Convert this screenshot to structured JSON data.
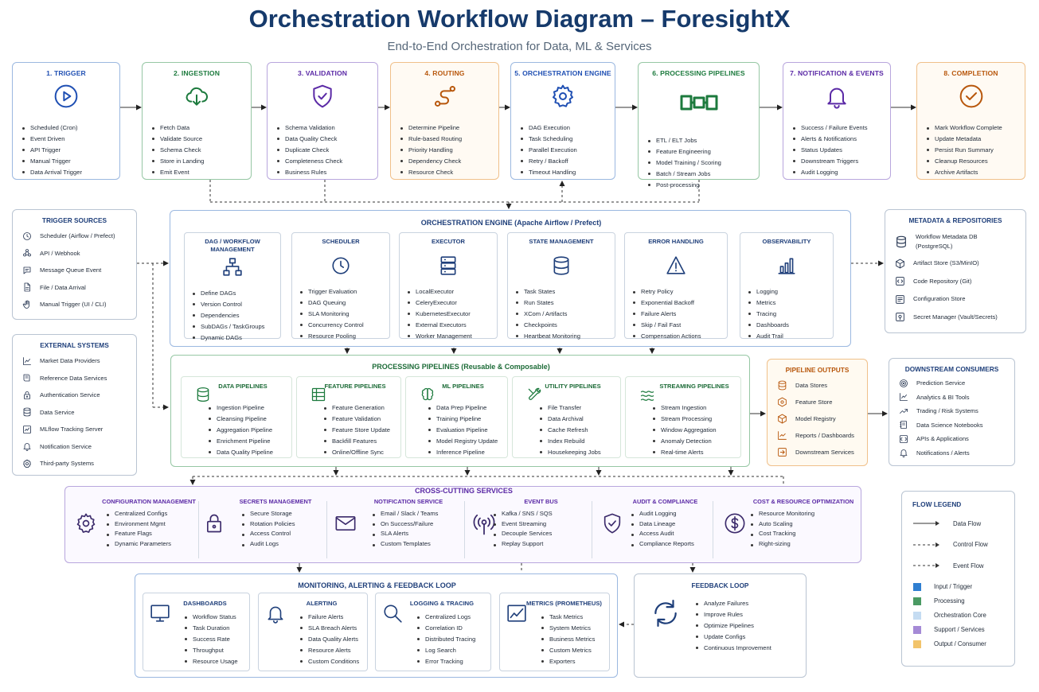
{
  "title": "Orchestration Workflow Diagram – ForesightX",
  "subtitle": "End-to-End Orchestration for Data, ML & Services",
  "stages": [
    {
      "title": "1. TRIGGER",
      "color": "#1f4fb3",
      "icon": "play-circle-icon",
      "items": [
        "Scheduled (Cron)",
        "Event Driven",
        "API Trigger",
        "Manual Trigger",
        "Data Arrival Trigger"
      ]
    },
    {
      "title": "2. INGESTION",
      "color": "#1c7a3d",
      "icon": "cloud-download-icon",
      "items": [
        "Fetch Data",
        "Validate Source",
        "Schema Check",
        "Store in Landing",
        "Emit Event"
      ]
    },
    {
      "title": "3. VALIDATION",
      "color": "#5b2aa6",
      "icon": "shield-check-icon",
      "items": [
        "Schema Validation",
        "Data Quality Check",
        "Duplicate Check",
        "Completeness Check",
        "Business Rules"
      ]
    },
    {
      "title": "4. ROUTING",
      "color": "#b8570c",
      "icon": "route-icon",
      "items": [
        "Determine Pipeline",
        "Rule-based Routing",
        "Priority Handling",
        "Dependency Check",
        "Resource Check"
      ]
    },
    {
      "title": "5. ORCHESTRATION ENGINE",
      "color": "#1f4fb3",
      "icon": "gear-icon",
      "items": [
        "DAG Execution",
        "Task Scheduling",
        "Parallel Execution",
        "Retry / Backoff",
        "Timeout Handling"
      ]
    },
    {
      "title": "6. PROCESSING PIPELINES",
      "color": "#1c7a3d",
      "icon": "pipeline-icon",
      "items": [
        "ETL / ELT Jobs",
        "Feature Engineering",
        "Model Training / Scoring",
        "Batch / Stream Jobs",
        "Post-processing"
      ]
    },
    {
      "title": "7. NOTIFICATION & EVENTS",
      "color": "#5b2aa6",
      "icon": "bell-icon",
      "items": [
        "Success / Failure Events",
        "Alerts & Notifications",
        "Status Updates",
        "Downstream Triggers",
        "Audit Logging"
      ]
    },
    {
      "title": "8. COMPLETION",
      "color": "#b8570c",
      "icon": "check-circle-icon",
      "items": [
        "Mark Workflow Complete",
        "Update Metadata",
        "Persist Run Summary",
        "Cleanup Resources",
        "Archive Artifacts"
      ]
    }
  ],
  "trigger_sources": {
    "title": "TRIGGER SOURCES",
    "items": [
      {
        "label": "Scheduler (Airflow / Prefect)",
        "icon": "clock-icon"
      },
      {
        "label": "API / Webhook",
        "icon": "webhook-icon"
      },
      {
        "label": "Message Queue Event",
        "icon": "message-icon"
      },
      {
        "label": "File / Data Arrival",
        "icon": "file-icon"
      },
      {
        "label": "Manual Trigger (UI / CLI)",
        "icon": "hand-icon"
      }
    ]
  },
  "external_systems": {
    "title": "EXTERNAL SYSTEMS",
    "items": [
      {
        "label": "Market Data Providers",
        "icon": "chart-icon"
      },
      {
        "label": "Reference Data Services",
        "icon": "book-icon"
      },
      {
        "label": "Authentication Service",
        "icon": "lock-icon"
      },
      {
        "label": "Data Service",
        "icon": "database-icon"
      },
      {
        "label": "MLflow Tracking Server",
        "icon": "tracking-icon"
      },
      {
        "label": "Notification Service",
        "icon": "bell-icon"
      },
      {
        "label": "Third-party Systems",
        "icon": "gear-icon"
      }
    ]
  },
  "engine": {
    "title": "ORCHESTRATION ENGINE (Apache Airflow / Prefect)",
    "modules": [
      {
        "title": "DAG / WORKFLOW MANAGEMENT",
        "icon": "dag-icon",
        "items": [
          "Define DAGs",
          "Version Control",
          "Dependencies",
          "SubDAGs / TaskGroups",
          "Dynamic DAGs"
        ]
      },
      {
        "title": "SCHEDULER",
        "icon": "clock-icon",
        "items": [
          "Trigger Evaluation",
          "DAG Queuing",
          "SLA Monitoring",
          "Concurrency Control",
          "Resource Pooling"
        ]
      },
      {
        "title": "EXECUTOR",
        "icon": "server-icon",
        "items": [
          "LocalExecutor",
          "CeleryExecutor",
          "KubernetesExecutor",
          "External Executors",
          "Worker Management"
        ]
      },
      {
        "title": "STATE MANAGEMENT",
        "icon": "database-icon",
        "items": [
          "Task States",
          "Run States",
          "XCom / Artifacts",
          "Checkpoints",
          "Heartbeat Monitoring"
        ]
      },
      {
        "title": "ERROR HANDLING",
        "icon": "warning-icon",
        "items": [
          "Retry Policy",
          "Exponential Backoff",
          "Failure Alerts",
          "Skip / Fail Fast",
          "Compensation Actions"
        ]
      },
      {
        "title": "OBSERVABILITY",
        "icon": "bar-chart-icon",
        "items": [
          "Logging",
          "Metrics",
          "Tracing",
          "Dashboards",
          "Audit Trail"
        ]
      }
    ]
  },
  "metadata": {
    "title": "METADATA & REPOSITORIES",
    "items": [
      {
        "label": "Workflow Metadata DB",
        "label2": "(PostgreSQL)",
        "icon": "database-icon"
      },
      {
        "label": "Artifact Store (S3/MinIO)",
        "label2": "",
        "icon": "package-icon"
      },
      {
        "label": "Code Repository (Git)",
        "label2": "",
        "icon": "code-icon"
      },
      {
        "label": "Configuration Store",
        "label2": "",
        "icon": "config-icon"
      },
      {
        "label": "Secret Manager (Vault/Secrets)",
        "label2": "",
        "icon": "secret-icon"
      }
    ]
  },
  "pipelines": {
    "title": "PROCESSING PIPELINES (Reusable & Composable)",
    "groups": [
      {
        "title": "DATA PIPELINES",
        "icon": "database-icon",
        "items": [
          "Ingestion Pipeline",
          "Cleansing Pipeline",
          "Aggregation Pipeline",
          "Enrichment Pipeline",
          "Data Quality Pipeline"
        ]
      },
      {
        "title": "FEATURE PIPELINES",
        "icon": "table-icon",
        "items": [
          "Feature Generation",
          "Feature Validation",
          "Feature Store Update",
          "Backfill Features",
          "Online/Offline Sync"
        ]
      },
      {
        "title": "ML PIPELINES",
        "icon": "brain-icon",
        "items": [
          "Data Prep Pipeline",
          "Training Pipeline",
          "Evaluation Pipeline",
          "Model Registry Update",
          "Inference Pipeline"
        ]
      },
      {
        "title": "UTILITY PIPELINES",
        "icon": "tools-icon",
        "items": [
          "File Transfer",
          "Data Archival",
          "Cache Refresh",
          "Index Rebuild",
          "Housekeeping Jobs"
        ]
      },
      {
        "title": "STREAMING PIPELINES",
        "icon": "stream-icon",
        "items": [
          "Stream Ingestion",
          "Stream Processing",
          "Window Aggregation",
          "Anomaly Detection",
          "Real-time Alerts"
        ]
      }
    ]
  },
  "outputs": {
    "title": "PIPELINE OUTPUTS",
    "items": [
      {
        "label": "Data Stores",
        "icon": "database-icon"
      },
      {
        "label": "Feature Store",
        "icon": "feature-icon"
      },
      {
        "label": "Model Registry",
        "icon": "model-icon"
      },
      {
        "label": "Reports / Dashboards",
        "icon": "report-icon"
      },
      {
        "label": "Downstream Services",
        "icon": "service-icon"
      }
    ]
  },
  "consumers": {
    "title": "DOWNSTREAM CONSUMERS",
    "items": [
      {
        "label": "Prediction Service",
        "icon": "target-icon"
      },
      {
        "label": "Analytics & BI Tools",
        "icon": "chart-icon"
      },
      {
        "label": "Trading / Risk Systems",
        "icon": "trading-icon"
      },
      {
        "label": "Data Science Notebooks",
        "icon": "notebook-icon"
      },
      {
        "label": "APIs & Applications",
        "icon": "api-icon"
      },
      {
        "label": "Notifications / Alerts",
        "icon": "bell-icon"
      }
    ]
  },
  "cross": {
    "title": "CROSS-CUTTING SERVICES",
    "cells": [
      {
        "title": "CONFIGURATION MANAGEMENT",
        "icon": "gear-icon",
        "items": [
          "Centralized Configs",
          "Environment Mgmt",
          "Feature Flags",
          "Dynamic Parameters"
        ]
      },
      {
        "title": "SECRETS MANAGEMENT",
        "icon": "lock-icon",
        "items": [
          "Secure Storage",
          "Rotation Policies",
          "Access Control",
          "Audit Logs"
        ]
      },
      {
        "title": "NOTIFICATION SERVICE",
        "icon": "mail-icon",
        "items": [
          "Email / Slack / Teams",
          "On Success/Failure",
          "SLA Alerts",
          "Custom Templates"
        ]
      },
      {
        "title": "EVENT BUS",
        "icon": "broadcast-icon",
        "items": [
          "Kafka / SNS / SQS",
          "Event Streaming",
          "Decouple Services",
          "Replay Support"
        ]
      },
      {
        "title": "AUDIT & COMPLIANCE",
        "icon": "shield-check-icon",
        "items": [
          "Audit Logging",
          "Data Lineage",
          "Access Audit",
          "Compliance Reports"
        ]
      },
      {
        "title": "COST & RESOURCE OPTIMIZATION",
        "icon": "dollar-icon",
        "items": [
          "Resource Monitoring",
          "Auto Scaling",
          "Cost Tracking",
          "Right-sizing"
        ]
      }
    ]
  },
  "monitoring": {
    "title": "MONITORING, ALERTING & FEEDBACK LOOP",
    "groups": [
      {
        "title": "DASHBOARDS",
        "icon": "monitor-icon",
        "items": [
          "Workflow Status",
          "Task Duration",
          "Success Rate",
          "Throughput",
          "Resource Usage"
        ]
      },
      {
        "title": "ALERTING",
        "icon": "bell-icon",
        "items": [
          "Failure Alerts",
          "SLA Breach Alerts",
          "Data Quality Alerts",
          "Resource Alerts",
          "Custom Conditions"
        ]
      },
      {
        "title": "LOGGING & TRACING",
        "icon": "search-icon",
        "items": [
          "Centralized Logs",
          "Correlation ID",
          "Distributed Tracing",
          "Log Search",
          "Error Tracking"
        ]
      },
      {
        "title": "METRICS (PROMETHEUS)",
        "icon": "line-chart-icon",
        "items": [
          "Task Metrics",
          "System Metrics",
          "Business Metrics",
          "Custom Metrics",
          "Exporters"
        ]
      }
    ]
  },
  "feedback": {
    "title": "FEEDBACK LOOP",
    "icon": "refresh-icon",
    "items": [
      "Analyze Failures",
      "Improve Rules",
      "Optimize Pipelines",
      "Update Configs",
      "Continuous Improvement"
    ]
  },
  "legend": {
    "title": "FLOW LEGEND",
    "lines": [
      {
        "label": "Data Flow",
        "style": "solid"
      },
      {
        "label": "Control Flow",
        "style": "dashed"
      },
      {
        "label": "Event Flow",
        "style": "dashed"
      }
    ],
    "colors": [
      {
        "label": "Input / Trigger",
        "color": "#2f7fd1"
      },
      {
        "label": "Processing",
        "color": "#4a9a63"
      },
      {
        "label": "Orchestration Core",
        "color": "#c5dcf2"
      },
      {
        "label": "Support / Services",
        "color": "#a58ad6"
      },
      {
        "label": "Output / Consumer",
        "color": "#f2c46b"
      }
    ]
  }
}
